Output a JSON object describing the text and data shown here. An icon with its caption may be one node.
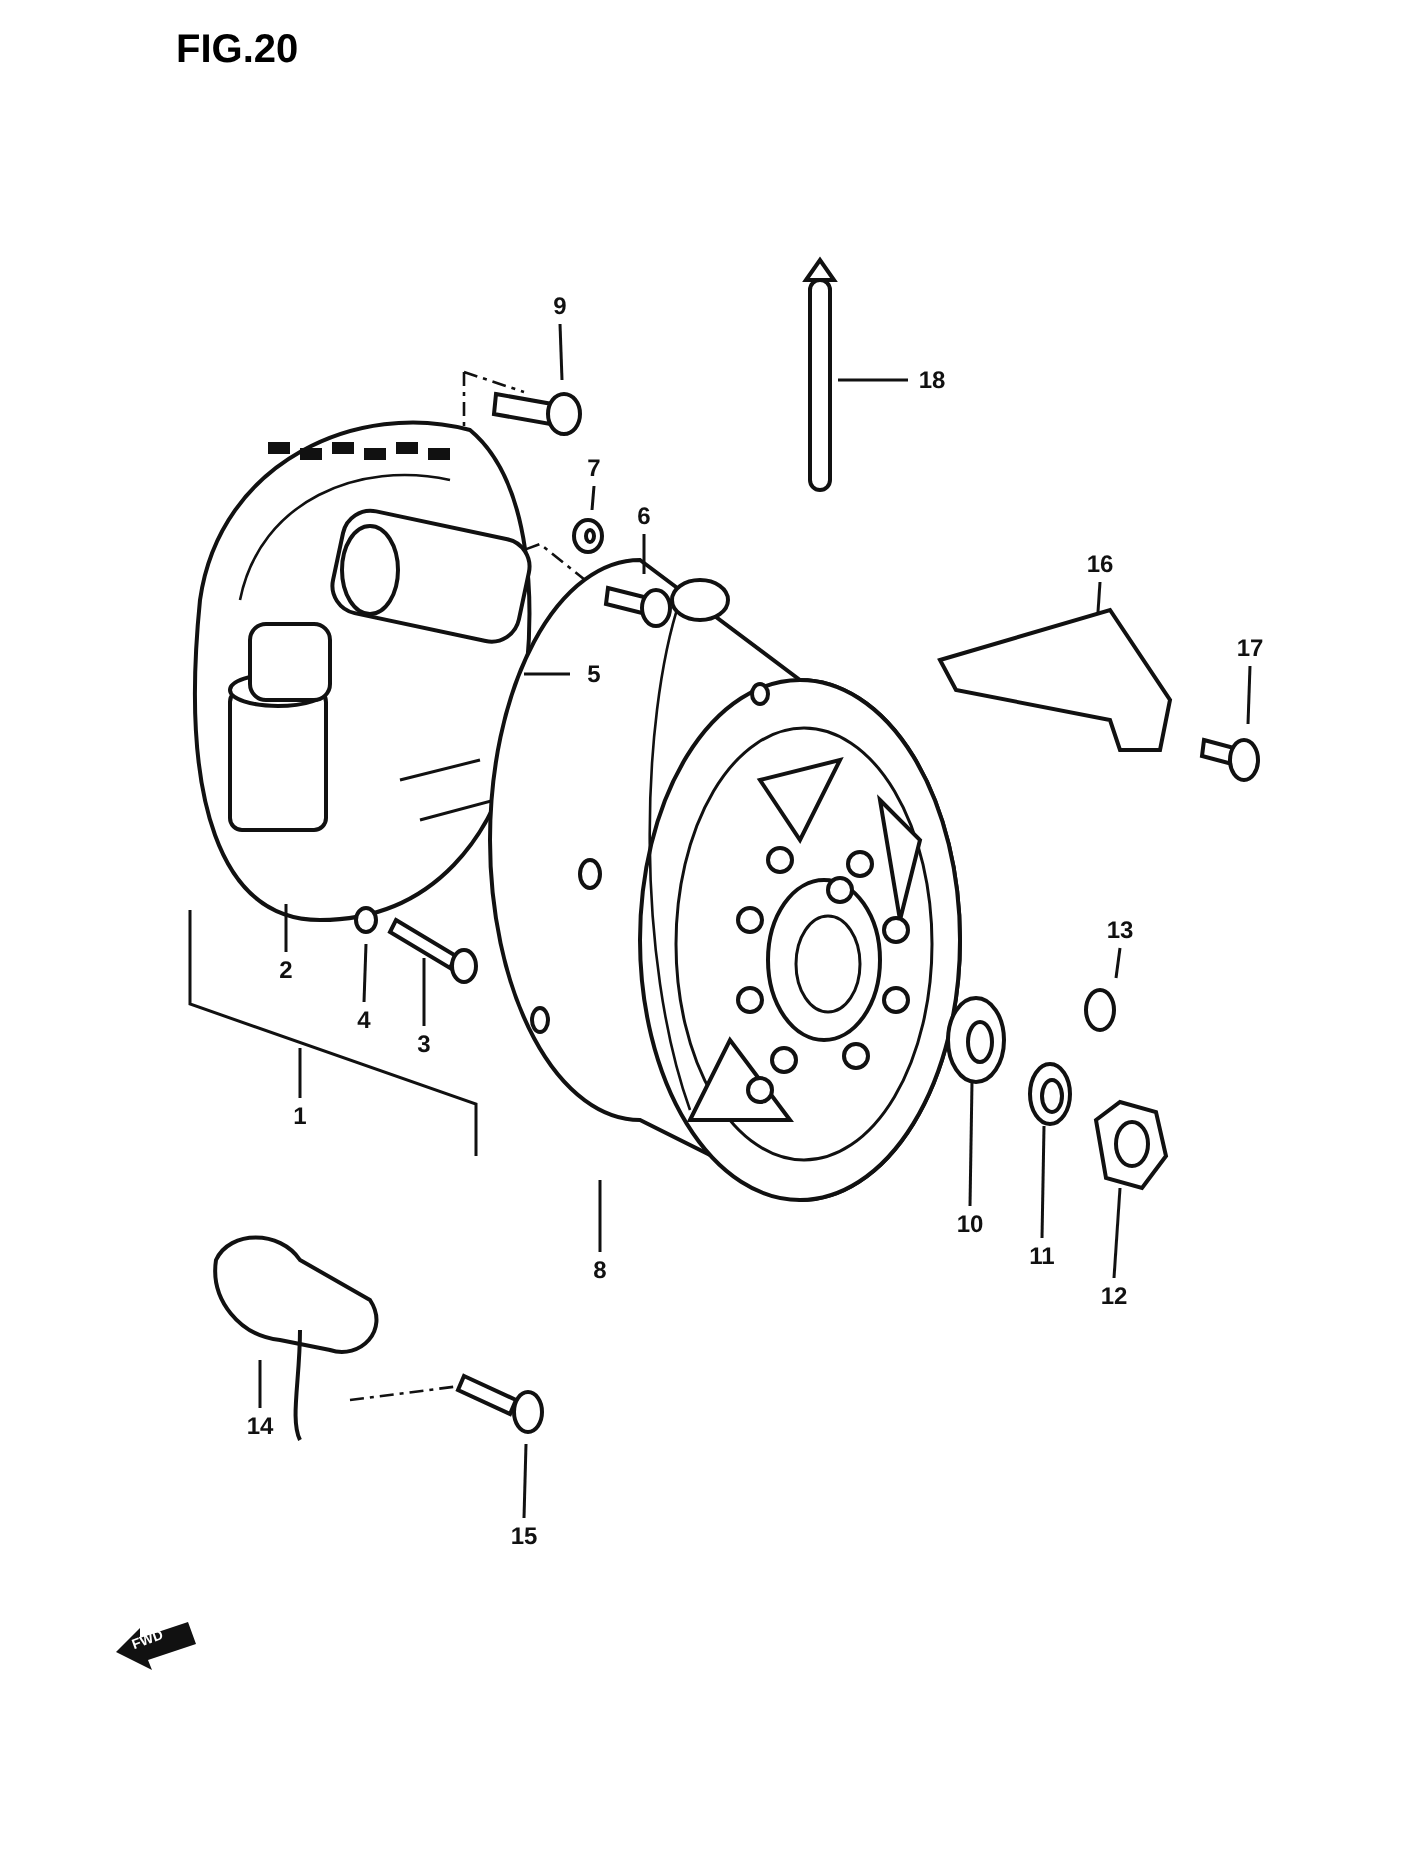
{
  "diagram": {
    "title": "FIG.20",
    "nodes": [
      {
        "text": [
          "9"
        ]
      },
      {
        "text": [
          "18"
        ]
      },
      {
        "text": [
          "7"
        ]
      },
      {
        "text": [
          "6"
        ]
      },
      {
        "text": [
          "16"
        ]
      },
      {
        "text": [
          "5"
        ]
      },
      {
        "text": [
          "17"
        ]
      },
      {
        "text": [
          "2"
        ]
      },
      {
        "text": [
          "13"
        ]
      },
      {
        "text": [
          "4"
        ]
      },
      {
        "text": [
          "3"
        ]
      },
      {
        "text": [
          "1"
        ]
      },
      {
        "text": [
          "10"
        ]
      },
      {
        "text": [
          "11"
        ]
      },
      {
        "text": [
          "12"
        ]
      },
      {
        "text": [
          "8"
        ]
      },
      {
        "text": [
          "14"
        ]
      },
      {
        "text": [
          "15"
        ]
      }
    ],
    "edges": [
      {
        "from": 0,
        "to": null,
        "arrow": "none"
      },
      {
        "from": 1,
        "to": null,
        "arrow": "none"
      },
      {
        "from": 2,
        "to": null,
        "arrow": "none"
      },
      {
        "from": 3,
        "to": null,
        "arrow": "none"
      },
      {
        "from": 4,
        "to": null,
        "arrow": "none"
      },
      {
        "from": 5,
        "to": null,
        "arrow": "none"
      },
      {
        "from": 6,
        "to": null,
        "arrow": "none"
      },
      {
        "from": 7,
        "to": null,
        "arrow": "none"
      },
      {
        "from": 8,
        "to": null,
        "arrow": "none"
      },
      {
        "from": 9,
        "to": null,
        "arrow": "none"
      },
      {
        "from": 10,
        "to": null,
        "arrow": "none"
      },
      {
        "from": 11,
        "to": null,
        "arrow": "none"
      },
      {
        "from": 12,
        "to": null,
        "arrow": "none"
      },
      {
        "from": 13,
        "to": null,
        "arrow": "none"
      },
      {
        "from": 14,
        "to": null,
        "arrow": "none"
      },
      {
        "from": 15,
        "to": null,
        "arrow": "none"
      },
      {
        "from": 16,
        "to": null,
        "arrow": "none"
      },
      {
        "from": 17,
        "to": null,
        "arrow": "none"
      }
    ],
    "labels": [
      "FWD"
    ]
  }
}
